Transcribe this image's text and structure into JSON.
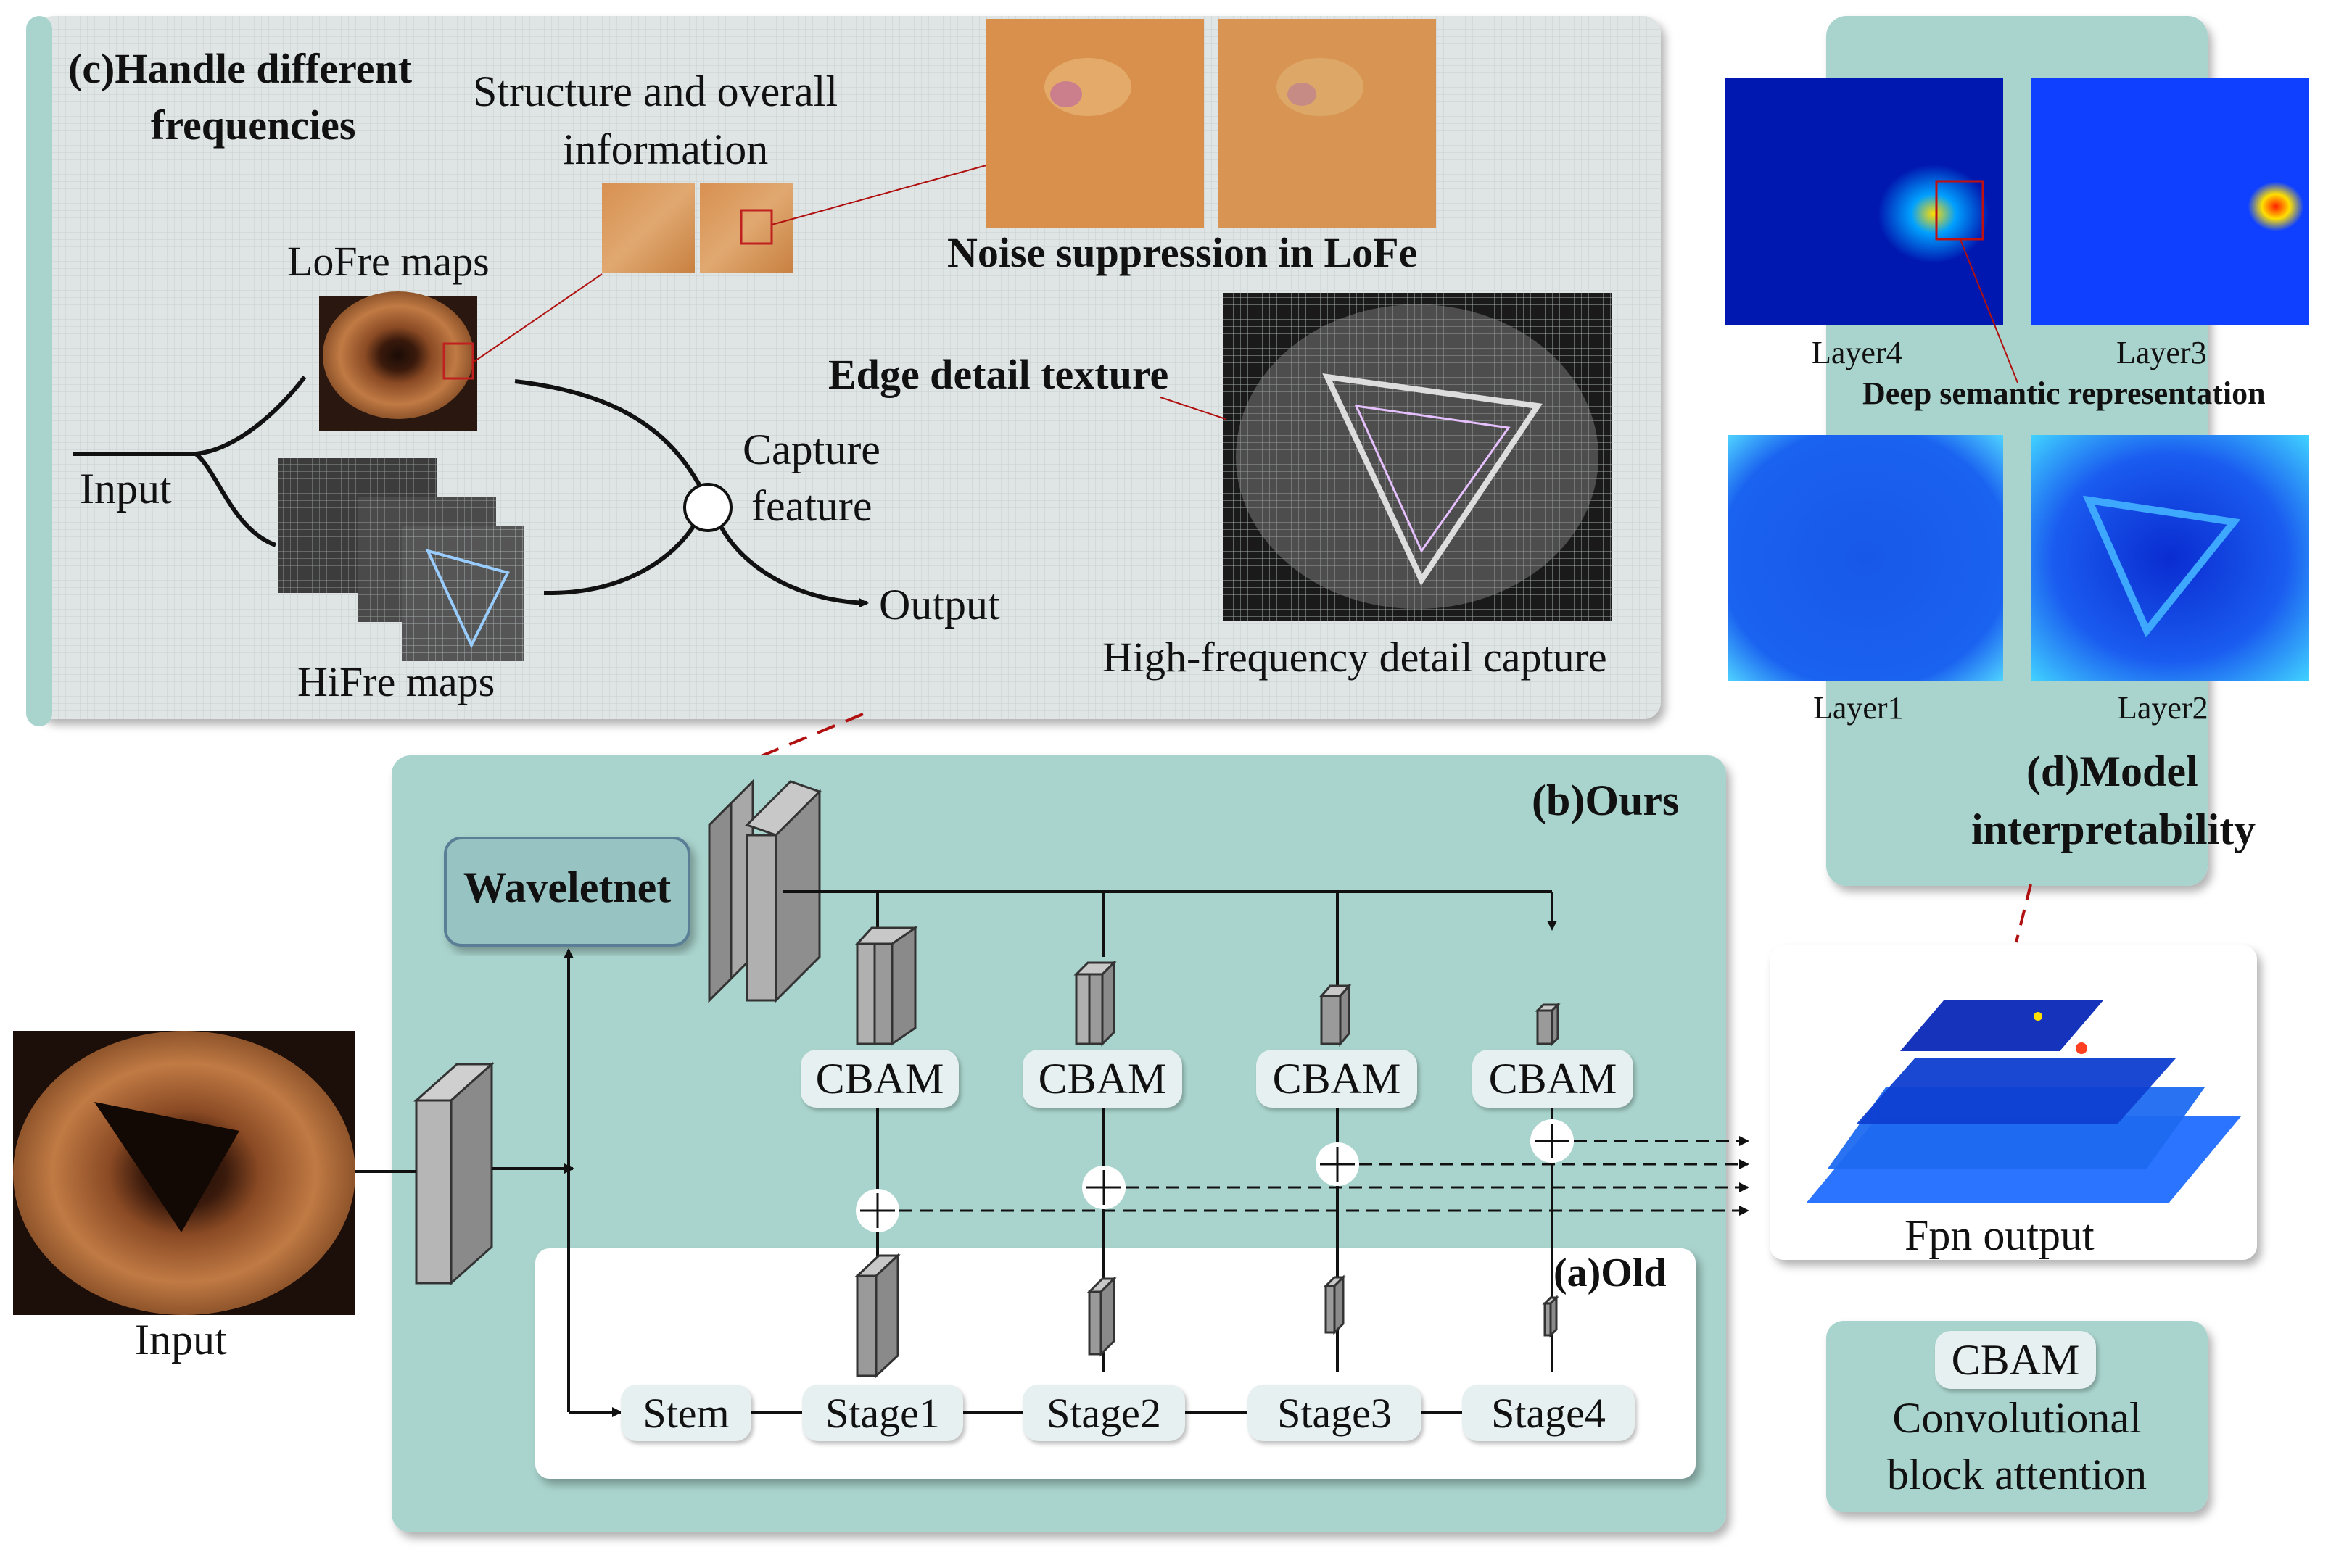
{
  "panel_c": {
    "title_line1": "(c)Handle different",
    "title_line2": "frequencies",
    "structure_line1": "Structure and overall",
    "structure_line2": "information",
    "lofre_label": "LoFre maps",
    "hifre_label": "HiFre maps",
    "input_label": "Input",
    "capture_line1": "Capture",
    "capture_line2": "feature",
    "output_label": "Output",
    "noise_label": "Noise suppression in LoFe",
    "edge_label": "Edge detail texture",
    "hf_caption": "High-frequency detail capture"
  },
  "panel_d": {
    "layer4": "Layer4",
    "layer3": "Layer3",
    "layer1": "Layer1",
    "layer2": "Layer2",
    "deep_label": "Deep semantic representation",
    "title_line1": "(d)Model",
    "title_line2": "interpretability"
  },
  "panel_b": {
    "title": "(b)Ours",
    "waveletnet": "Waveletnet",
    "cbam_labels": [
      "CBAM",
      "CBAM",
      "CBAM",
      "CBAM"
    ]
  },
  "panel_a": {
    "title": "(a)Old",
    "stages": [
      "Stem",
      "Stage1",
      "Stage2",
      "Stage3",
      "Stage4"
    ]
  },
  "input_image_label": "Input",
  "fpn_label": "Fpn output",
  "legend": {
    "abbr": "CBAM",
    "line1": "Convolutional",
    "line2": "block attention"
  },
  "colors": {
    "panel_teal": "#a9d4cd",
    "panel_c_bg": "#dfe5e4",
    "pill_bg": "#e6f0f1",
    "accent_red": "#b01010"
  }
}
